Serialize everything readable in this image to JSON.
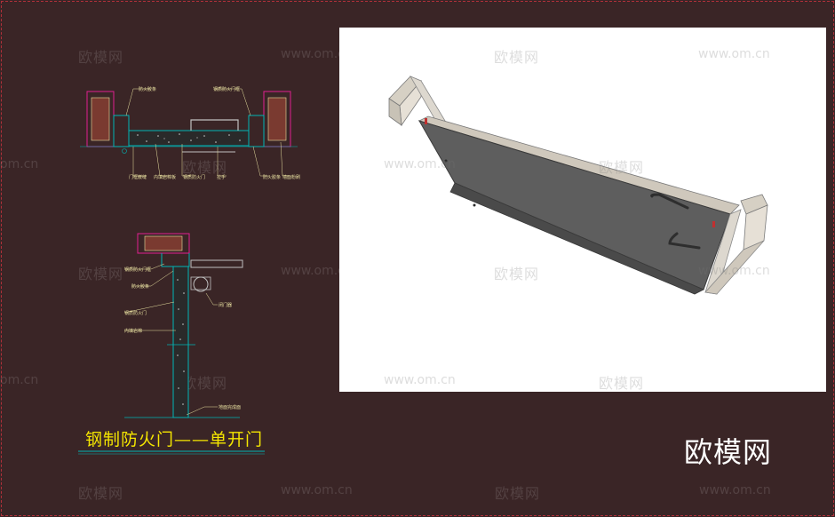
{
  "title": "钢制防火门——单开门",
  "brand": "欧模网",
  "watermarks": {
    "brand_cn": "欧模网",
    "site": "www.om.cn",
    "edge": "om.cn"
  },
  "plan_labels": [
    "防火胶条",
    "钢质防火门框",
    "门框嵌缝",
    "内填岩棉板",
    "钢质防火门",
    "拉手",
    "防火胶条",
    "墙面粉刷"
  ],
  "section_labels": [
    "钢质防火门框",
    "防火胶条",
    "钢质防火门",
    "内填岩棉",
    "闭门器",
    "地面完成面"
  ],
  "colors": {
    "background": "#3a2526",
    "title": "#f5e600",
    "cad_line": "#00b5b5",
    "cad_wall": "#e02090",
    "render_bg": "#ffffff",
    "door_panel": "#5e5e5e"
  }
}
